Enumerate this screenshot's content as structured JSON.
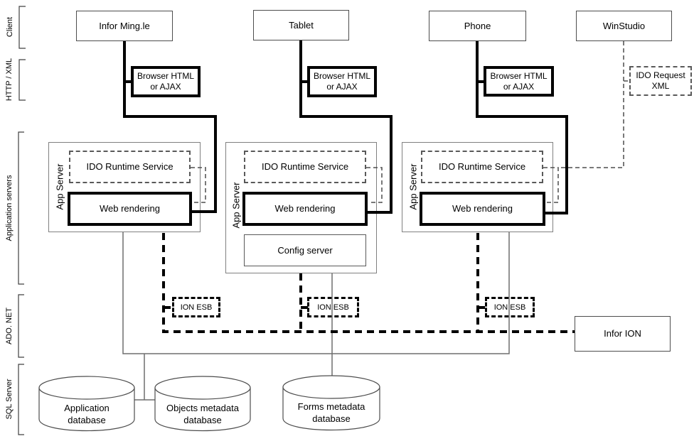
{
  "side_sections": [
    {
      "label": "Client"
    },
    {
      "label": "HTTP / XML"
    },
    {
      "label": "Application servers"
    },
    {
      "label": "ADO. NET"
    },
    {
      "label": "SQL Server"
    }
  ],
  "clients": [
    {
      "label": "Infor Ming.le"
    },
    {
      "label": "Tablet"
    },
    {
      "label": "Phone"
    },
    {
      "label": "WinStudio"
    }
  ],
  "browser_boxes": [
    {
      "line1": "Browser HTML",
      "line2": "or AJAX"
    },
    {
      "line1": "Browser HTML",
      "line2": "or AJAX"
    },
    {
      "line1": "Browser HTML",
      "line2": "or AJAX"
    }
  ],
  "ido_request": {
    "line1": "IDO Request",
    "line2": "XML"
  },
  "app_servers": [
    {
      "title": "App Server",
      "ido_label": "IDO Runtime Service",
      "web_label": "Web rendering"
    },
    {
      "title": "App Server",
      "ido_label": "IDO Runtime Service",
      "web_label": "Web rendering",
      "config_label": "Config server"
    },
    {
      "title": "App Server",
      "ido_label": "IDO Runtime Service",
      "web_label": "Web rendering"
    }
  ],
  "ion_esb": [
    {
      "label": "ION ESB"
    },
    {
      "label": "ION ESB"
    },
    {
      "label": "ION ESB"
    }
  ],
  "infor_ion": {
    "label": "Infor ION"
  },
  "databases": [
    {
      "line1": "Application",
      "line2": "database"
    },
    {
      "line1": "Objects metadata",
      "line2": "database"
    },
    {
      "line1": "Forms metadata",
      "line2": "database"
    }
  ],
  "colors": {
    "background": "#ffffff",
    "text": "#000000",
    "thick_line": "#000000",
    "thin_line": "#6e6e6e",
    "dashed_line": "#4d4d4d",
    "box_border": "#4d4d4d",
    "app_server_border": "#808080"
  }
}
